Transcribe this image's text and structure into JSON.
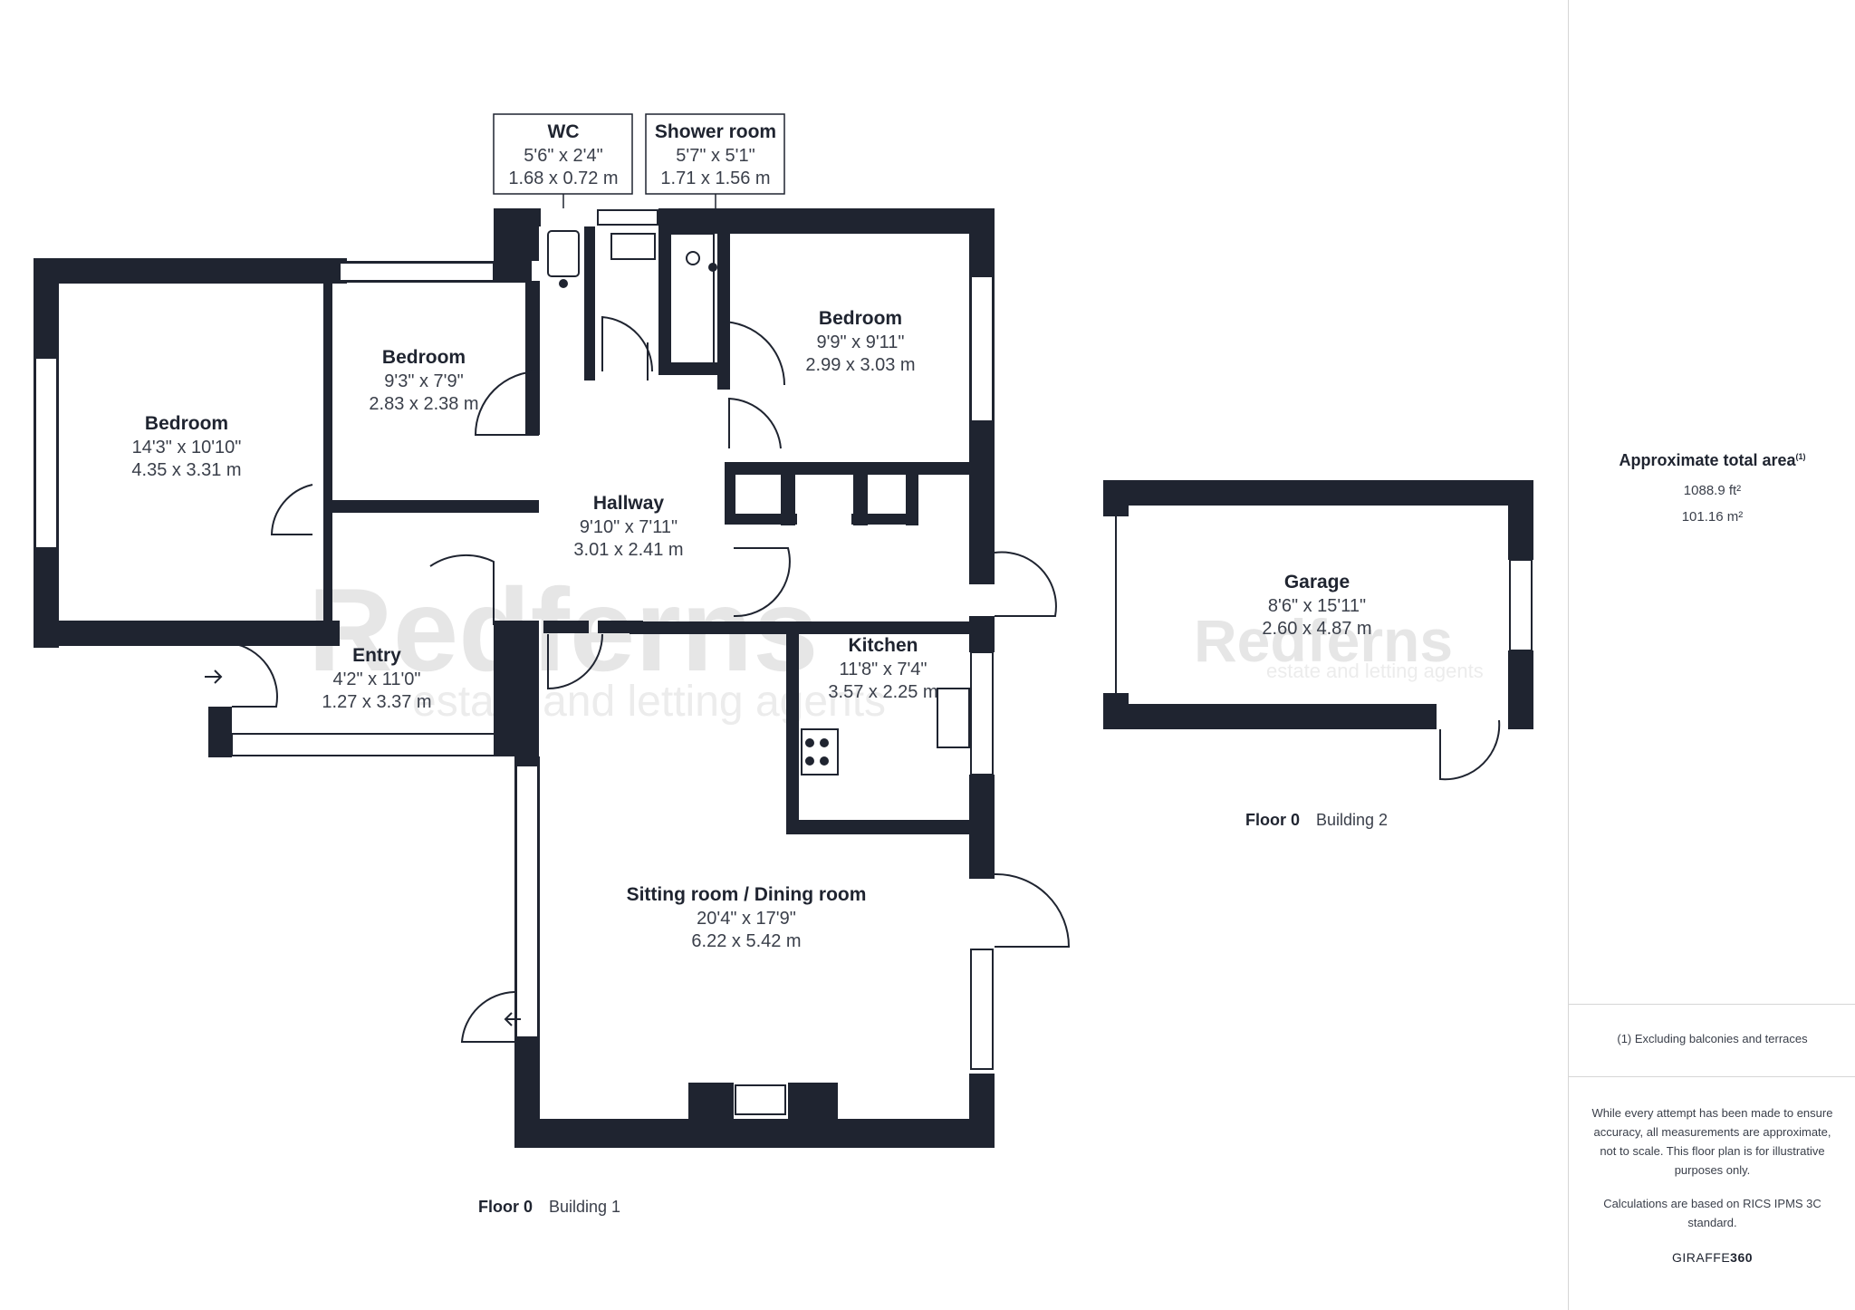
{
  "rooms": {
    "wc": {
      "name": "WC",
      "imperial": "5'6\" x 2'4\"",
      "metric": "1.68 x 0.72 m"
    },
    "shower_room": {
      "name": "Shower room",
      "imperial": "5'7\" x 5'1\"",
      "metric": "1.71 x 1.56 m"
    },
    "bedroom_1": {
      "name": "Bedroom",
      "imperial": "14'3\" x 10'10\"",
      "metric": "4.35 x 3.31 m"
    },
    "bedroom_2": {
      "name": "Bedroom",
      "imperial": "9'3\" x 7'9\"",
      "metric": "2.83 x 2.38 m"
    },
    "bedroom_3": {
      "name": "Bedroom",
      "imperial": "9'9\" x 9'11\"",
      "metric": "2.99 x 3.03 m"
    },
    "hallway": {
      "name": "Hallway",
      "imperial": "9'10\" x 7'11\"",
      "metric": "3.01 x 2.41 m"
    },
    "entry": {
      "name": "Entry",
      "imperial": "4'2\" x 11'0\"",
      "metric": "1.27 x 3.37 m"
    },
    "kitchen": {
      "name": "Kitchen",
      "imperial": "11'8\" x 7'4\"",
      "metric": "3.57 x 2.25 m"
    },
    "sitting_room": {
      "name": "Sitting room / Dining room",
      "imperial": "20'4\" x 17'9\"",
      "metric": "6.22 x 5.42 m"
    },
    "garage": {
      "name": "Garage",
      "imperial": "8'6\" x 15'11\"",
      "metric": "2.60 x 4.87 m"
    }
  },
  "floor_labels": {
    "building1": {
      "floor": "Floor 0",
      "building": "Building 1"
    },
    "building2": {
      "floor": "Floor 0",
      "building": "Building 2"
    }
  },
  "watermark": {
    "brand": "Redferns",
    "tagline": "estate and letting agents"
  },
  "sidebar": {
    "area_title": "Approximate total area",
    "area_footnote_mark": "(1)",
    "area_ft": "1088.9 ft²",
    "area_m": "101.16 m²",
    "footnote": "(1) Excluding balconies and terraces",
    "disclaimer": "While every attempt has been made to ensure accuracy, all measurements are approximate, not to scale. This floor plan is for illustrative purposes only.",
    "calculation_note": "Calculations are based on RICS IPMS 3C standard.",
    "brand_prefix": "GIRAFFE",
    "brand_suffix": "360"
  },
  "colors": {
    "wall": "#1f2430",
    "window": "#ffffff",
    "text": "#1f2430",
    "watermark": "#e6e6e6"
  }
}
